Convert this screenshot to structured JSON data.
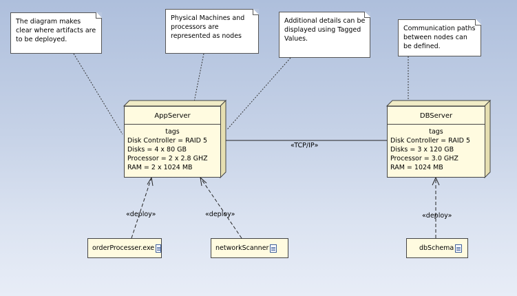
{
  "notes": {
    "artifacts": "The diagram makes clear where artifacts are to be deployed.",
    "machines": "Physical Machines and processors are represented as nodes",
    "tagged": "Additional details can be displayed using Tagged Values.",
    "paths": "Communication paths between nodes can be defined."
  },
  "nodes": {
    "app": {
      "name": "AppServer",
      "tags_heading": "tags",
      "tags": [
        "Disk Controller = RAID 5",
        "Disks = 4 x 80 GB",
        "Processor = 2 x 2.8 GHZ",
        "RAM = 2 x 1024 MB"
      ]
    },
    "db": {
      "name": "DBServer",
      "tags_heading": "tags",
      "tags": [
        "Disk Controller = RAID 5",
        "Disks = 3 x 120 GB",
        "Processor = 3.0 GHZ",
        "RAM = 1024 MB"
      ]
    }
  },
  "connection_label": "«TCP/IP»",
  "deploy_label": "«deploy»",
  "artifacts": {
    "order": "orderProcesser.exe",
    "scanner": "networkScanner",
    "schema": "dbSchema"
  },
  "colors": {
    "node_fill": "#fffbe0",
    "node_side": "#f1ecc6",
    "background_top": "#aebfdc",
    "background_bottom": "#e8edf7"
  }
}
